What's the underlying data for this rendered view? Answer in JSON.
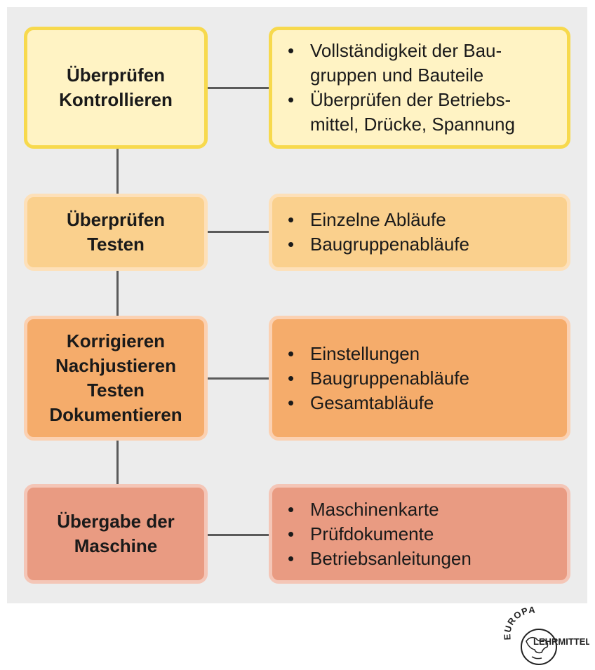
{
  "stages": [
    {
      "title_lines": [
        "Überprüfen",
        "Kontrollieren"
      ],
      "items": [
        "Vollständigkeit der Bau-",
        "gruppen und Bauteile",
        "Überprüfen der Betriebs-",
        "mittel, Drücke, Spannung"
      ],
      "bullets": [
        true,
        false,
        true,
        false
      ],
      "fill": "#fff3c4",
      "border": "#f7d94d"
    },
    {
      "title_lines": [
        "Überprüfen",
        "Testen"
      ],
      "items": [
        "Einzelne Abläufe",
        "Baugruppenabläufe"
      ],
      "bullets": [
        true,
        true
      ],
      "fill": "#fad08d",
      "border": "#fde0b9"
    },
    {
      "title_lines": [
        "Korrigieren",
        "Nachjustieren",
        "Testen",
        "Dokumentieren"
      ],
      "items": [
        "Einstellungen",
        "Baugruppenabläufe",
        "Gesamtabläufe"
      ],
      "bullets": [
        true,
        true,
        true
      ],
      "fill": "#f5ac6b",
      "border": "#fbd1b2"
    },
    {
      "title_lines": [
        "Übergabe der",
        "Maschine"
      ],
      "items": [
        "Maschinenkarte",
        "Prüfdokumente",
        "Betriebsanleitungen"
      ],
      "bullets": [
        true,
        true,
        true
      ],
      "fill": "#e99b82",
      "border": "#f4c6b7"
    }
  ],
  "logo": {
    "top_text": "EUROPA",
    "side_text": "LEHRMITTEL",
    "icon": "globe-icon"
  },
  "colors": {
    "background_panel": "#ececec",
    "connector": "#5a5a5a"
  }
}
